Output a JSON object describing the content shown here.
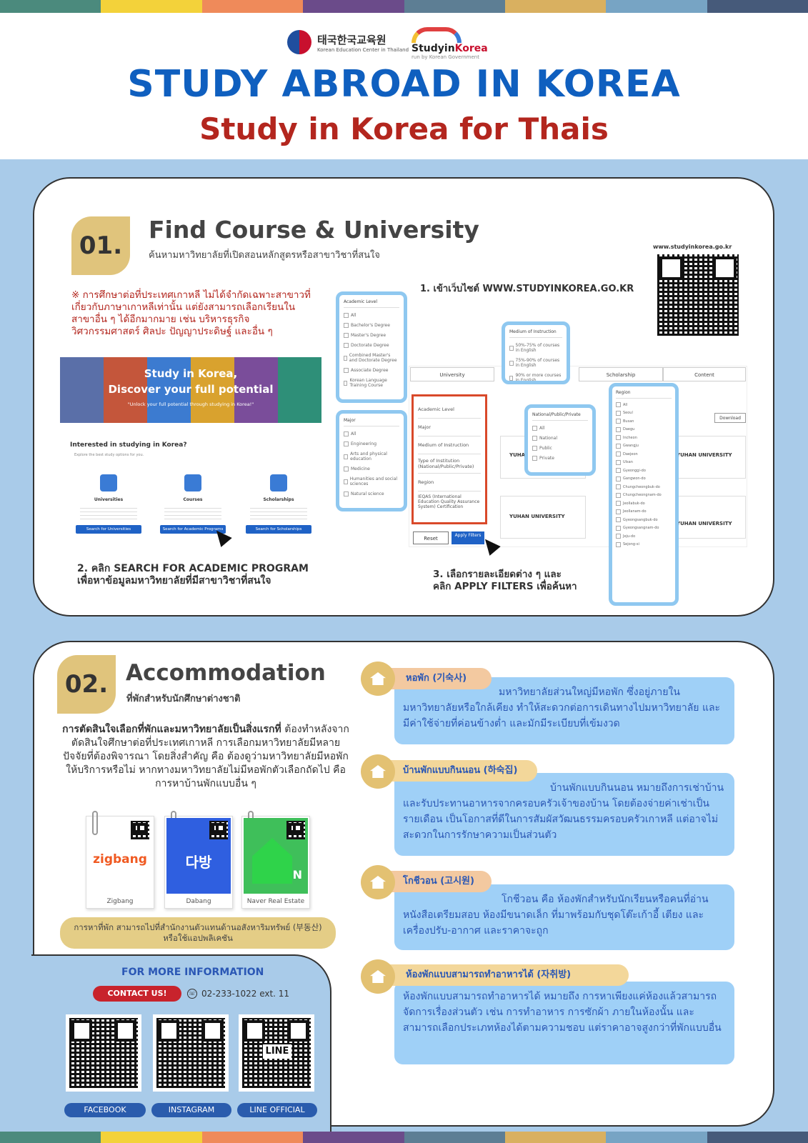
{
  "header": {
    "logo_left_korean": "태국한국교육원",
    "logo_left_english": "Korean Education Center in Thailand",
    "logo_right_name_a": "Studyin",
    "logo_right_name_b": "Korea",
    "logo_right_sub": "run by Korean Government",
    "title": "STUDY ABROAD IN KOREA",
    "subtitle": "Study in Korea for Thais"
  },
  "section1": {
    "number": "01.",
    "heading": "Find Course & University",
    "subheading": "ค้นหามหาวิทยาลัยที่เปิดสอนหลักสูตรหรือสาขาวิชาที่สนใจ",
    "website": "www.studyinkorea.go.kr",
    "note": "※ การศึกษาต่อที่ประเทศเกาหลี ไม่ได้จำกัดเฉพาะสาขาวที่เกี่ยวกับภาษาเกาหลีเท่านั้น แต่ยังสามารถเลือกเรียนในสาขาอื่น ๆ ได้อีกมากมาย เช่น บริหารธุรกิจ วิศวกรรมศาสตร์ ศิลปะ ปัญญาประดิษฐ์ และอื่น ๆ",
    "banner_title_1": "Study in Korea,",
    "banner_title_2": "Discover your full potential",
    "banner_sub": "\"Unlock your full potential through studying in Korea!\"",
    "interested_title": "Interested in studying in Korea?",
    "interested_sub": "Explore the best study options for you.",
    "cards": [
      {
        "name": "Universities",
        "button": "Search for Universities"
      },
      {
        "name": "Courses",
        "button": "Search for Academic Programs"
      },
      {
        "name": "Scholarships",
        "button": "Search for Scholarships"
      }
    ],
    "step1": "1. เข้าเว็บไซต์ WWW.STUDYINKOREA.GO.KR",
    "step2_line1": "2. คลิก SEARCH FOR ACADEMIC PROGRAM",
    "step2_line2": "เพื่อหาข้อมูลมหาวิทยาลัยที่มีสาขาวิชาที่สนใจ",
    "step3_line1": "3. เลือกรายละเอียดต่าง ๆ และ",
    "step3_line2": "คลิก APPLY FILTERS เพื่อค้นหา",
    "academic_box": {
      "title": "Academic Level",
      "options": [
        "All",
        "Bachelor's Degree",
        "Master's Degree",
        "Doctorate Degree",
        "Combined Master's and Doctorate Degree",
        "Associate Degree",
        "Korean Language Training Course"
      ]
    },
    "major_box": {
      "title": "Major",
      "options": [
        "All",
        "Engineering",
        "Arts and physical education",
        "Medicine",
        "Humanities and social sciences",
        "Natural science"
      ]
    },
    "medium_box": {
      "title": "Medium of Instruction",
      "options": [
        "50%-75% of courses in English",
        "75%-90% of courses in English",
        "90% or more courses in English"
      ]
    },
    "type_box": {
      "title": "National/Public/Private",
      "options": [
        "All",
        "National",
        "Public",
        "Private"
      ]
    },
    "region_box": {
      "title": "Region",
      "options": [
        "All",
        "Seoul",
        "Busan",
        "Daegu",
        "Incheon",
        "Gwangju",
        "Daejeon",
        "Ulsan",
        "Gyeonggi-do",
        "Gangwon-do",
        "Chungcheongbuk-do",
        "Chungcheongnam-do",
        "Jeollabuk-do",
        "Jeollanam-do",
        "Gyeongsangbuk-do",
        "Gyeongsangnam-do",
        "Jeju-do",
        "Sejong-si"
      ]
    },
    "filter_rows": [
      "Academic Level",
      "Major",
      "Medium of Instruction",
      "Type of Institution (National/Public/Private)",
      "Region",
      "IEQAS (International Education Quality Assurance System) Certification"
    ],
    "tabs": [
      "University",
      "Scholarship",
      "Content"
    ],
    "reset": "Reset",
    "apply": "Apply Filters",
    "download": "Download",
    "result_univ": "YUHAN UNIVERSITY"
  },
  "section2": {
    "number": "02.",
    "heading": "Accommodation",
    "subheading": "ที่พักสำหรับนักศึกษาต่างชาติ",
    "intro_bold": "การตัดสินใจเลือกที่พักและมหาวิทยาลัยเป็นสิ่งแรกที่",
    "intro": "ต้องทำหลังจากตัดสินใจศึกษาต่อที่ประเทศเกาหลี การเลือกมหาวิทยาลัยมีหลายปัจจัยที่ต้องพิจารณา โดยสิ่งสำคัญ คือ ต้องดูว่ามหาวิทยาลัยมีหอพักให้บริการหรือไม่ หากทางมหาวิทยาลัยไม่มีหอพักตัวเลือกถัดไป คือ การหาบ้านพักแบบอื่น ๆ",
    "apps": [
      {
        "name": "Zigbang",
        "logo": "zigbang"
      },
      {
        "name": "Dabang",
        "logo": "다방"
      },
      {
        "name": "Naver Real Estate",
        "logo": "N"
      }
    ],
    "pill": "การหาที่พัก สามารถไปที่สำนักงานตัวแทนด้านอสังหาริมทรัพย์ (부동산) หรือใช้แอปพลิเคชัน",
    "types": [
      {
        "title": "หอพัก (기숙사)",
        "text": "มหาวิทยาลัยส่วนใหญ่มีหอพัก ซึ่งอยู่ภายในมหาวิทยาลัยหรือใกล้เคียง ทำให้สะดวกต่อการเดินทางไปมหาวิทยาลัย และมีค่าใช้จ่ายที่ค่อนข้างต่ำ และมักมีระเบียบที่เข้มงวด"
      },
      {
        "title": "บ้านพักแบบกินนอน (하숙집)",
        "text": "บ้านพักแบบกินนอน หมายถึงการเช่าบ้านและรับประทานอาหารจากครอบครัวเจ้าของบ้าน โดยต้องจ่ายค่าเช่าเป็นรายเดือน เป็นโอกาสที่ดีในการสัมผัสวัฒนธรรมครอบครัวเกาหลี แต่อาจไม่สะดวกในการรักษาความเป็นส่วนตัว"
      },
      {
        "title": "โกชีวอน (고시원)",
        "text": "โกชีวอน คือ ห้องพักสำหรับนักเรียนหรือคนที่อ่านหนังสือเตรียมสอบ ห้องมีขนาดเล็ก ที่มาพร้อมกับชุดโต๊ะเก้าอี้ เตียง และเครื่องปรับ-อากาศ และราคาจะถูก"
      },
      {
        "title": "ห้องพักแบบสามารถทำอาหารได้ (자취방)",
        "text": "ห้องพักแบบสามารถทำอาหารได้ หมายถึง การหาเพียงแค่ห้องแล้วสามารถจัดการเรื่องส่วนตัว เช่น การทำอาหาร การซักผ้า ภายในห้องนั้น และสามารถเลือกประเภทห้องได้ตามความชอบ แต่ราคาอาจสูงกว่าที่พักแบบอื่น"
      }
    ]
  },
  "contact": {
    "heading": "FOR MORE INFORMATION",
    "button": "CONTACT US!",
    "phone": "02-233-1022 ext. 11",
    "line_label": "LINE",
    "socials": [
      "FACEBOOK",
      "INSTAGRAM",
      "LINE OFFICIAL"
    ]
  },
  "colors": {
    "title_blue": "#0f5fbf",
    "subtitle_red": "#b3261e",
    "background": "#a9cbe9",
    "gold": "#e0c47c"
  }
}
